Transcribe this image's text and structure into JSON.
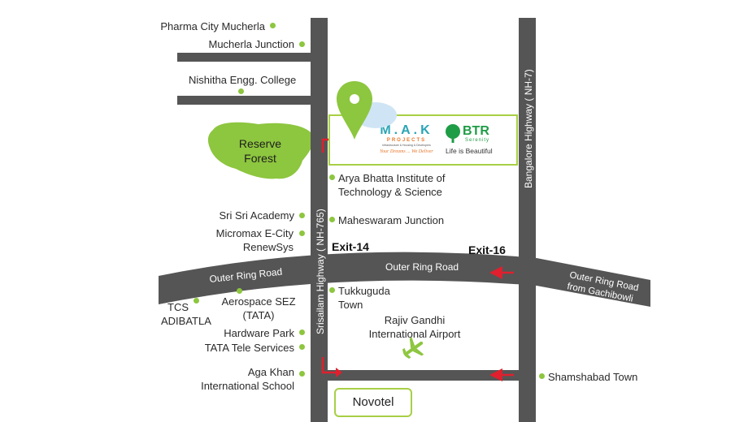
{
  "places": {
    "pharma_city": "Pharma City Mucherla",
    "mucherla_junction": "Mucherla Junction",
    "nishitha_college": "Nishitha Engg. College",
    "reserve_forest_line1": "Reserve",
    "reserve_forest_line2": "Forest",
    "arya_bhatta_line1": "Arya Bhatta Institute of",
    "arya_bhatta_line2": "Technology & Science",
    "sri_sri_academy": "Sri Sri Academy",
    "maheswaram_junction": "Maheswaram Junction",
    "micromax_line1": "Micromax E-City",
    "micromax_line2": "RenewSys",
    "tcs_line1": "TCS",
    "tcs_line2": "ADIBATLA",
    "aerospace_line1": "Aerospace SEZ",
    "aerospace_line2": "(TATA)",
    "tukkuguda_line1": "Tukkuguda",
    "tukkuguda_line2": "Town",
    "airport_line1": "Rajiv Gandhi",
    "airport_line2": "International Airport",
    "hardware_park": "Hardware Park",
    "tata_tele": "TATA Tele Services",
    "aga_khan_line1": "Aga Khan",
    "aga_khan_line2": "International School",
    "shamshabad": "Shamshabad Town",
    "novotel": "Novotel"
  },
  "roads": {
    "outer_ring_road": "Outer Ring Road",
    "outer_ring_road_east": "Outer Ring Road",
    "orr_gachibowli_line1": "Outer Ring Road",
    "orr_gachibowli_line2": "from Gachibowli",
    "srisailam_highway": "Srisailam Highway  ( NH-765)",
    "bangalore_highway": "Bangalore Highway  ( NH-7)"
  },
  "exits": {
    "exit14": "Exit-14",
    "exit16": "Exit-16"
  },
  "logos": {
    "mak_letters": "M.A.K",
    "mak_sub": "PROJECTS",
    "mak_small": "Infrastructure & Housing & Developers",
    "mak_tagline": "Your Dreams ... We Deliver",
    "btr_name": "BTR",
    "btr_sub": "Serenity",
    "btr_tagline": "Life is Beautiful"
  },
  "colors": {
    "road": "#555555",
    "green": "#8dc63f",
    "accent_red": "#e0202e",
    "mak_orange": "#e8762b",
    "mak_teal": "#2aa5b5",
    "btr_green": "#1f9c46"
  },
  "icons": [
    "location-pin-icon",
    "airplane-icon",
    "direction-arrow-icon"
  ]
}
